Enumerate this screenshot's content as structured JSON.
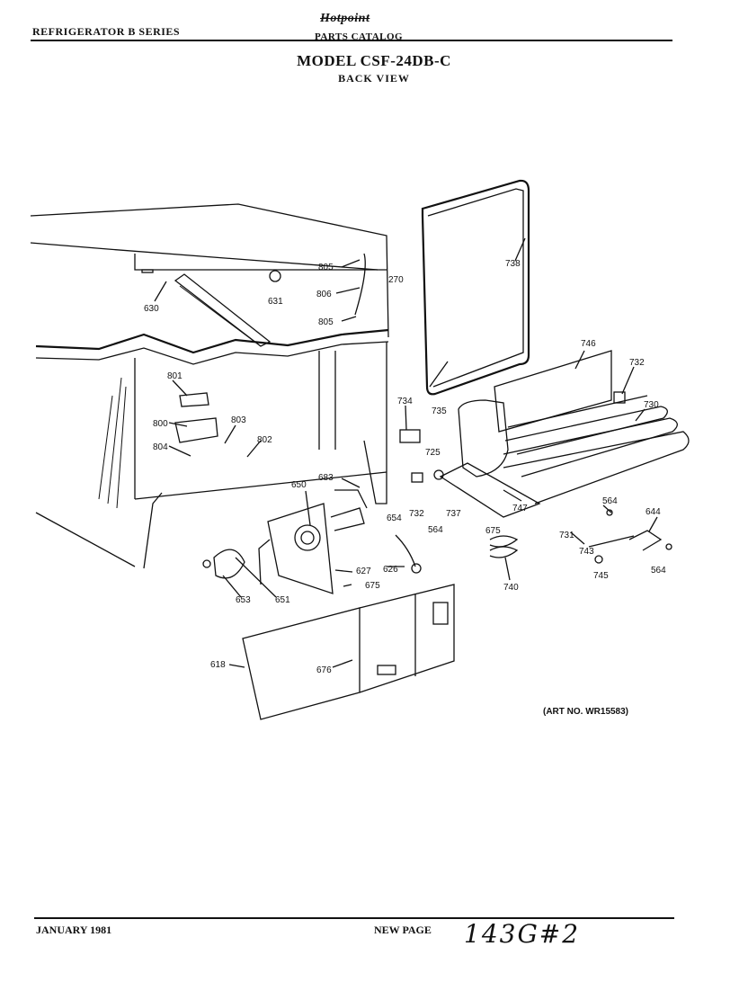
{
  "header": {
    "series": "REFRIGERATOR B SERIES",
    "brand": "Hotpoint",
    "catalog": "PARTS CATALOG",
    "model": "MODEL CSF-24DB-C",
    "view": "BACK VIEW"
  },
  "art_number": "(ART NO. WR15583)",
  "footer": {
    "date": "JANUARY 1981",
    "new_page": "NEW PAGE",
    "handwritten": "143G#2"
  },
  "part_callouts": [
    "805",
    "270",
    "738",
    "630",
    "631",
    "806",
    "805",
    "746",
    "732",
    "801",
    "734",
    "735",
    "730",
    "800",
    "803",
    "725",
    "804",
    "802",
    "683",
    "650",
    "732",
    "564",
    "737",
    "654",
    "747",
    "675",
    "564",
    "644",
    "731",
    "743",
    "745",
    "564",
    "627",
    "626",
    "740",
    "675",
    "653",
    "651",
    "618",
    "676"
  ]
}
